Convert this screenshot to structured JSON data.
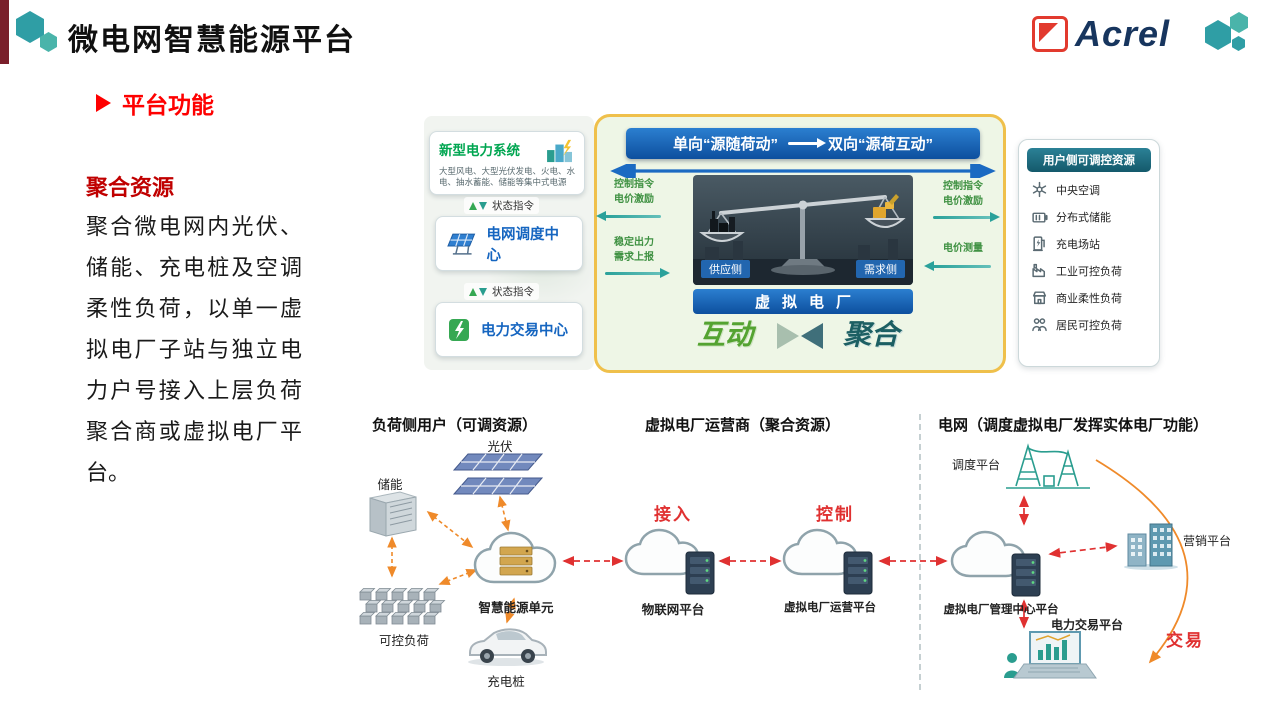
{
  "header": {
    "title": "微电网智慧能源平台",
    "brand": "Acrel"
  },
  "left_panel": {
    "section_title": "平台功能",
    "subtitle": "聚合资源",
    "body": "聚合微电网内光伏、储能、充电桩及空调柔性负荷，以单一虚拟电厂子站与独立电力户号接入上层负荷聚合商或虚拟电厂平台。"
  },
  "top_diagram": {
    "source_box": {
      "title": "新型电力系统",
      "subtitle": "大型风电、大型光伏发电、火电、水电、抽水蓄能、储能等集中式电源"
    },
    "status_cmd_1": "状态指令",
    "status_cmd_2": "状态指令",
    "dispatch_center": "电网调度中心",
    "trade_center": "电力交易中心",
    "flow_labels": {
      "left_top": "控制指令\n电价激励",
      "left_bottom": "稳定出力\n需求上报",
      "right_top": "控制指令\n电价激励",
      "right_bottom": "电价测量"
    },
    "center": {
      "header_left": "单向“源随荷动”",
      "header_right": "双向“源荷互动”",
      "supply": "供应侧",
      "demand": "需求侧",
      "banner": "虚拟电厂",
      "interact": "互动",
      "aggregate": "聚合"
    },
    "user_resources": {
      "title": "用户侧可调控资源",
      "items": [
        {
          "label": "中央空调",
          "icon": "hvac-icon"
        },
        {
          "label": "分布式储能",
          "icon": "distributed-storage-icon"
        },
        {
          "label": "充电场站",
          "icon": "charging-station-icon"
        },
        {
          "label": "工业可控负荷",
          "icon": "industry-load-icon"
        },
        {
          "label": "商业柔性负荷",
          "icon": "commercial-load-icon"
        },
        {
          "label": "居民可控负荷",
          "icon": "resident-load-icon"
        }
      ]
    }
  },
  "bottom_diagram": {
    "section_titles": [
      "负荷侧用户（可调资源）",
      "虚拟电厂运营商（聚合资源）",
      "电网（调度虚拟电厂发挥实体电厂功能）"
    ],
    "nodes": {
      "pv": "光伏",
      "storage": "储能",
      "controllable_load": "可控负荷",
      "ev_charger": "充电桩",
      "smart_energy_unit": "智慧能源单元",
      "iot_platform": "物联网平台",
      "vpp_operation_platform": "虚拟电厂运营平台",
      "vpp_management_platform": "虚拟电厂管理中心平台",
      "dispatch_platform": "调度平台",
      "marketing_platform": "营销平台",
      "trade_platform": "电力交易平台"
    },
    "flow_labels": {
      "access": "接入",
      "control": "控制",
      "trade": "交易"
    }
  },
  "colors": {
    "accent_red": "#c00000",
    "bright_red": "#fe0000",
    "brand_navy": "#17355e",
    "teal": "#2f9ea5",
    "blue": "#1565c0",
    "green": "#36a853",
    "flow_green": "#3f9142",
    "panel_border": "#efc04b",
    "panel_bg": "#eef6e6",
    "orange": "#ef8a2a",
    "dark_teal_header": "#1b6b7b"
  }
}
